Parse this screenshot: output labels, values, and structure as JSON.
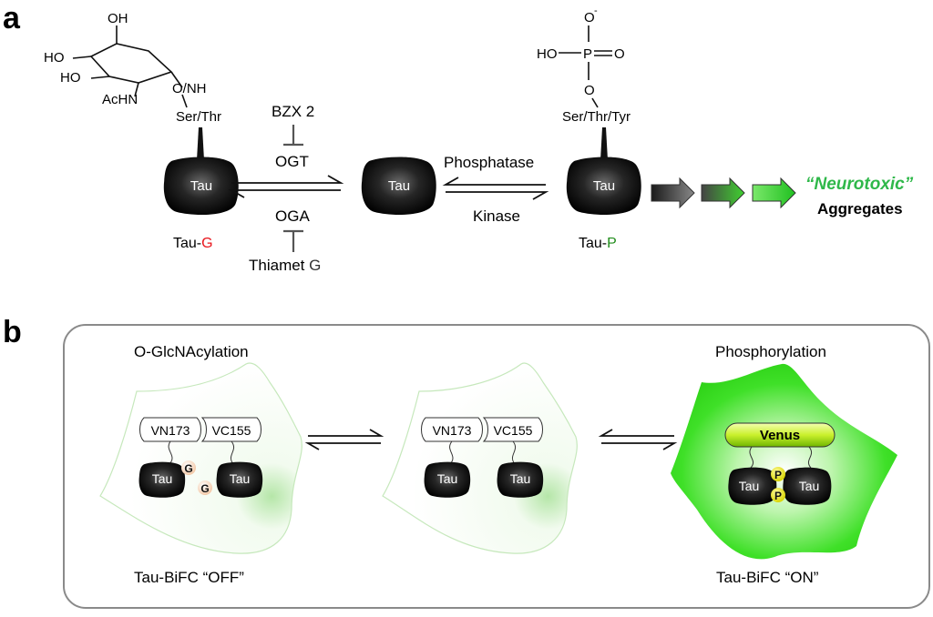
{
  "panel_a": {
    "label": "a",
    "glycan": {
      "oh1": "OH",
      "ho1": "HO",
      "ho2": "HO",
      "achn": "AcHN",
      "link": "O/NH",
      "residue": "Ser/Thr"
    },
    "phosphate": {
      "o_minus": "O",
      "minus": "-",
      "ho": "HO",
      "p": "P",
      "o_double": "O",
      "o_link": "O",
      "residue": "Ser/Thr/Tyr"
    },
    "tau_label": "Tau",
    "tau_g": {
      "prefix": "Tau-",
      "suffix": "G"
    },
    "tau_p": {
      "prefix": "Tau-",
      "suffix": "P"
    },
    "bzx": "BZX 2",
    "ogt": "OGT",
    "oga": "OGA",
    "thiamet": {
      "main": "Thiamet ",
      "g": "G"
    },
    "phosphatase": "Phosphatase",
    "kinase": "Kinase",
    "neurotoxic": "“Neurotoxic”",
    "aggregates": "Aggregates"
  },
  "panel_b": {
    "label": "b",
    "title_left": "O-GlcNAcylation",
    "title_right": "Phosphorylation",
    "vn": "VN173",
    "vc": "VC155",
    "venus": "Venus",
    "tau_label": "Tau",
    "g_badge": "G",
    "p_badge": "P",
    "caption_left": "Tau-BiFC “OFF”",
    "caption_right": "Tau-BiFC “ON”"
  },
  "colors": {
    "glyco_red": "#e8141b",
    "phospho_green": "#1f8c1a",
    "neuro_green": "#2fb84a",
    "venus_green": "#39e021"
  }
}
